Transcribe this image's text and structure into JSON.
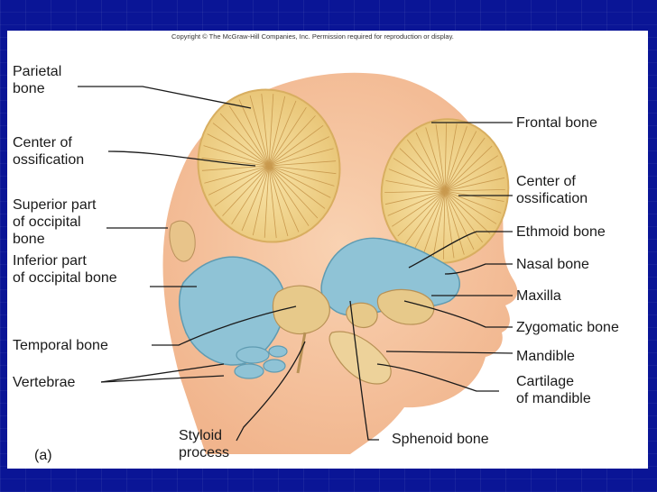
{
  "copyright": "Copyright © The McGraw-Hill Companies, Inc. Permission required for reproduction or display.",
  "figure_tag": "(a)",
  "labels": {
    "parietal_bone": "Parietal\nbone",
    "center_ossification_left": "Center of\nossification",
    "superior_occipital": "Superior part\nof occipital\nbone",
    "inferior_occipital": "Inferior part\nof occipital bone",
    "temporal_bone": "Temporal bone",
    "vertebrae": "Vertebrae",
    "styloid_process": "Styloid\nprocess",
    "sphenoid_bone": "Sphenoid bone",
    "frontal_bone": "Frontal bone",
    "center_ossification_right": "Center of\nossification",
    "ethmoid_bone": "Ethmoid bone",
    "nasal_bone": "Nasal bone",
    "maxilla": "Maxilla",
    "zygomatic_bone": "Zygomatic bone",
    "mandible": "Mandible",
    "cartilage_mandible": "Cartilage\nof mandible"
  },
  "colors": {
    "background": "#0a1596",
    "skin": "#f6c7a3",
    "ossification": "#f1d58a",
    "cartilage_blue": "#8fc3d6",
    "bone_tan": "#e7c98a"
  }
}
